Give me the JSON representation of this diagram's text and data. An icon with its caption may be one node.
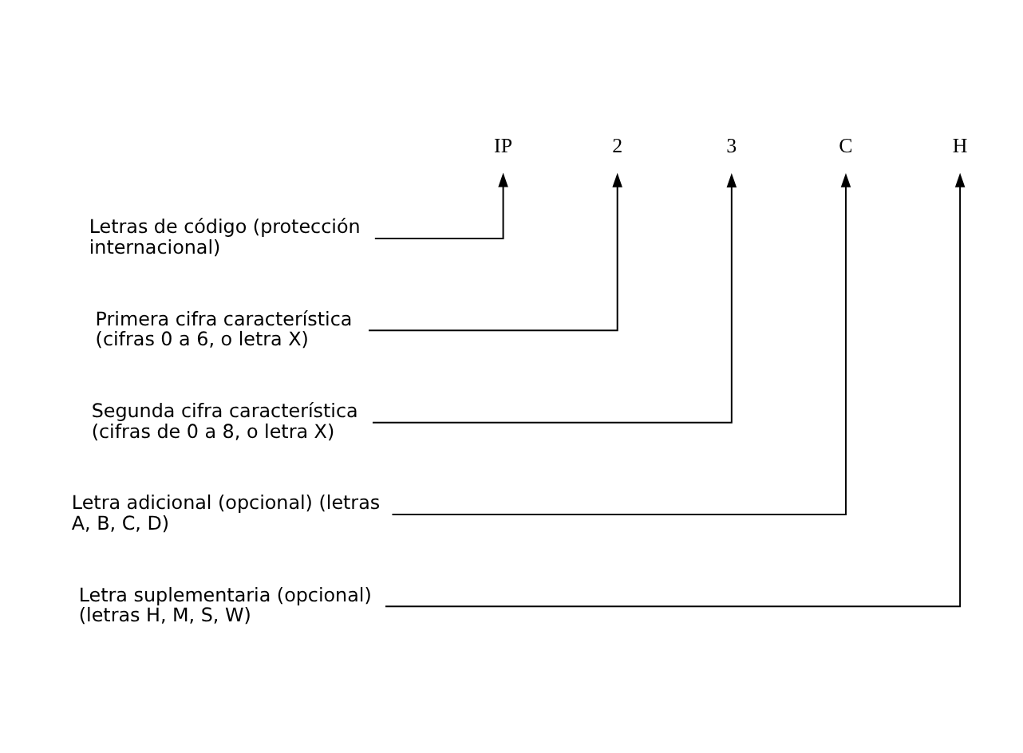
{
  "diagram": {
    "nodes": [
      {
        "text": [
          "IP"
        ]
      },
      {
        "text": [
          "2"
        ]
      },
      {
        "text": [
          "3"
        ]
      },
      {
        "text": [
          "C"
        ]
      },
      {
        "text": [
          "H"
        ]
      },
      {
        "text": [
          "Letras de código (protección internacional)"
        ]
      },
      {
        "text": [
          "Primera cifra característica (cifras 0 a 6, o letra X)"
        ]
      },
      {
        "text": [
          "Segunda cifra característica (cifras de 0 a 8, o letra X)"
        ]
      },
      {
        "text": [
          "Letra adicional (opcional) (letras A, B, C, D)"
        ]
      },
      {
        "text": [
          "Letra suplementaria (opcional) (letras H, M, S, W)"
        ]
      }
    ],
    "edges": [
      {
        "from": 5,
        "to": 0,
        "arrow": "to"
      },
      {
        "from": 6,
        "to": 1,
        "arrow": "to"
      },
      {
        "from": 7,
        "to": 2,
        "arrow": "to"
      },
      {
        "from": 8,
        "to": 3,
        "arrow": "to"
      },
      {
        "from": 9,
        "to": 4,
        "arrow": "to"
      }
    ]
  }
}
